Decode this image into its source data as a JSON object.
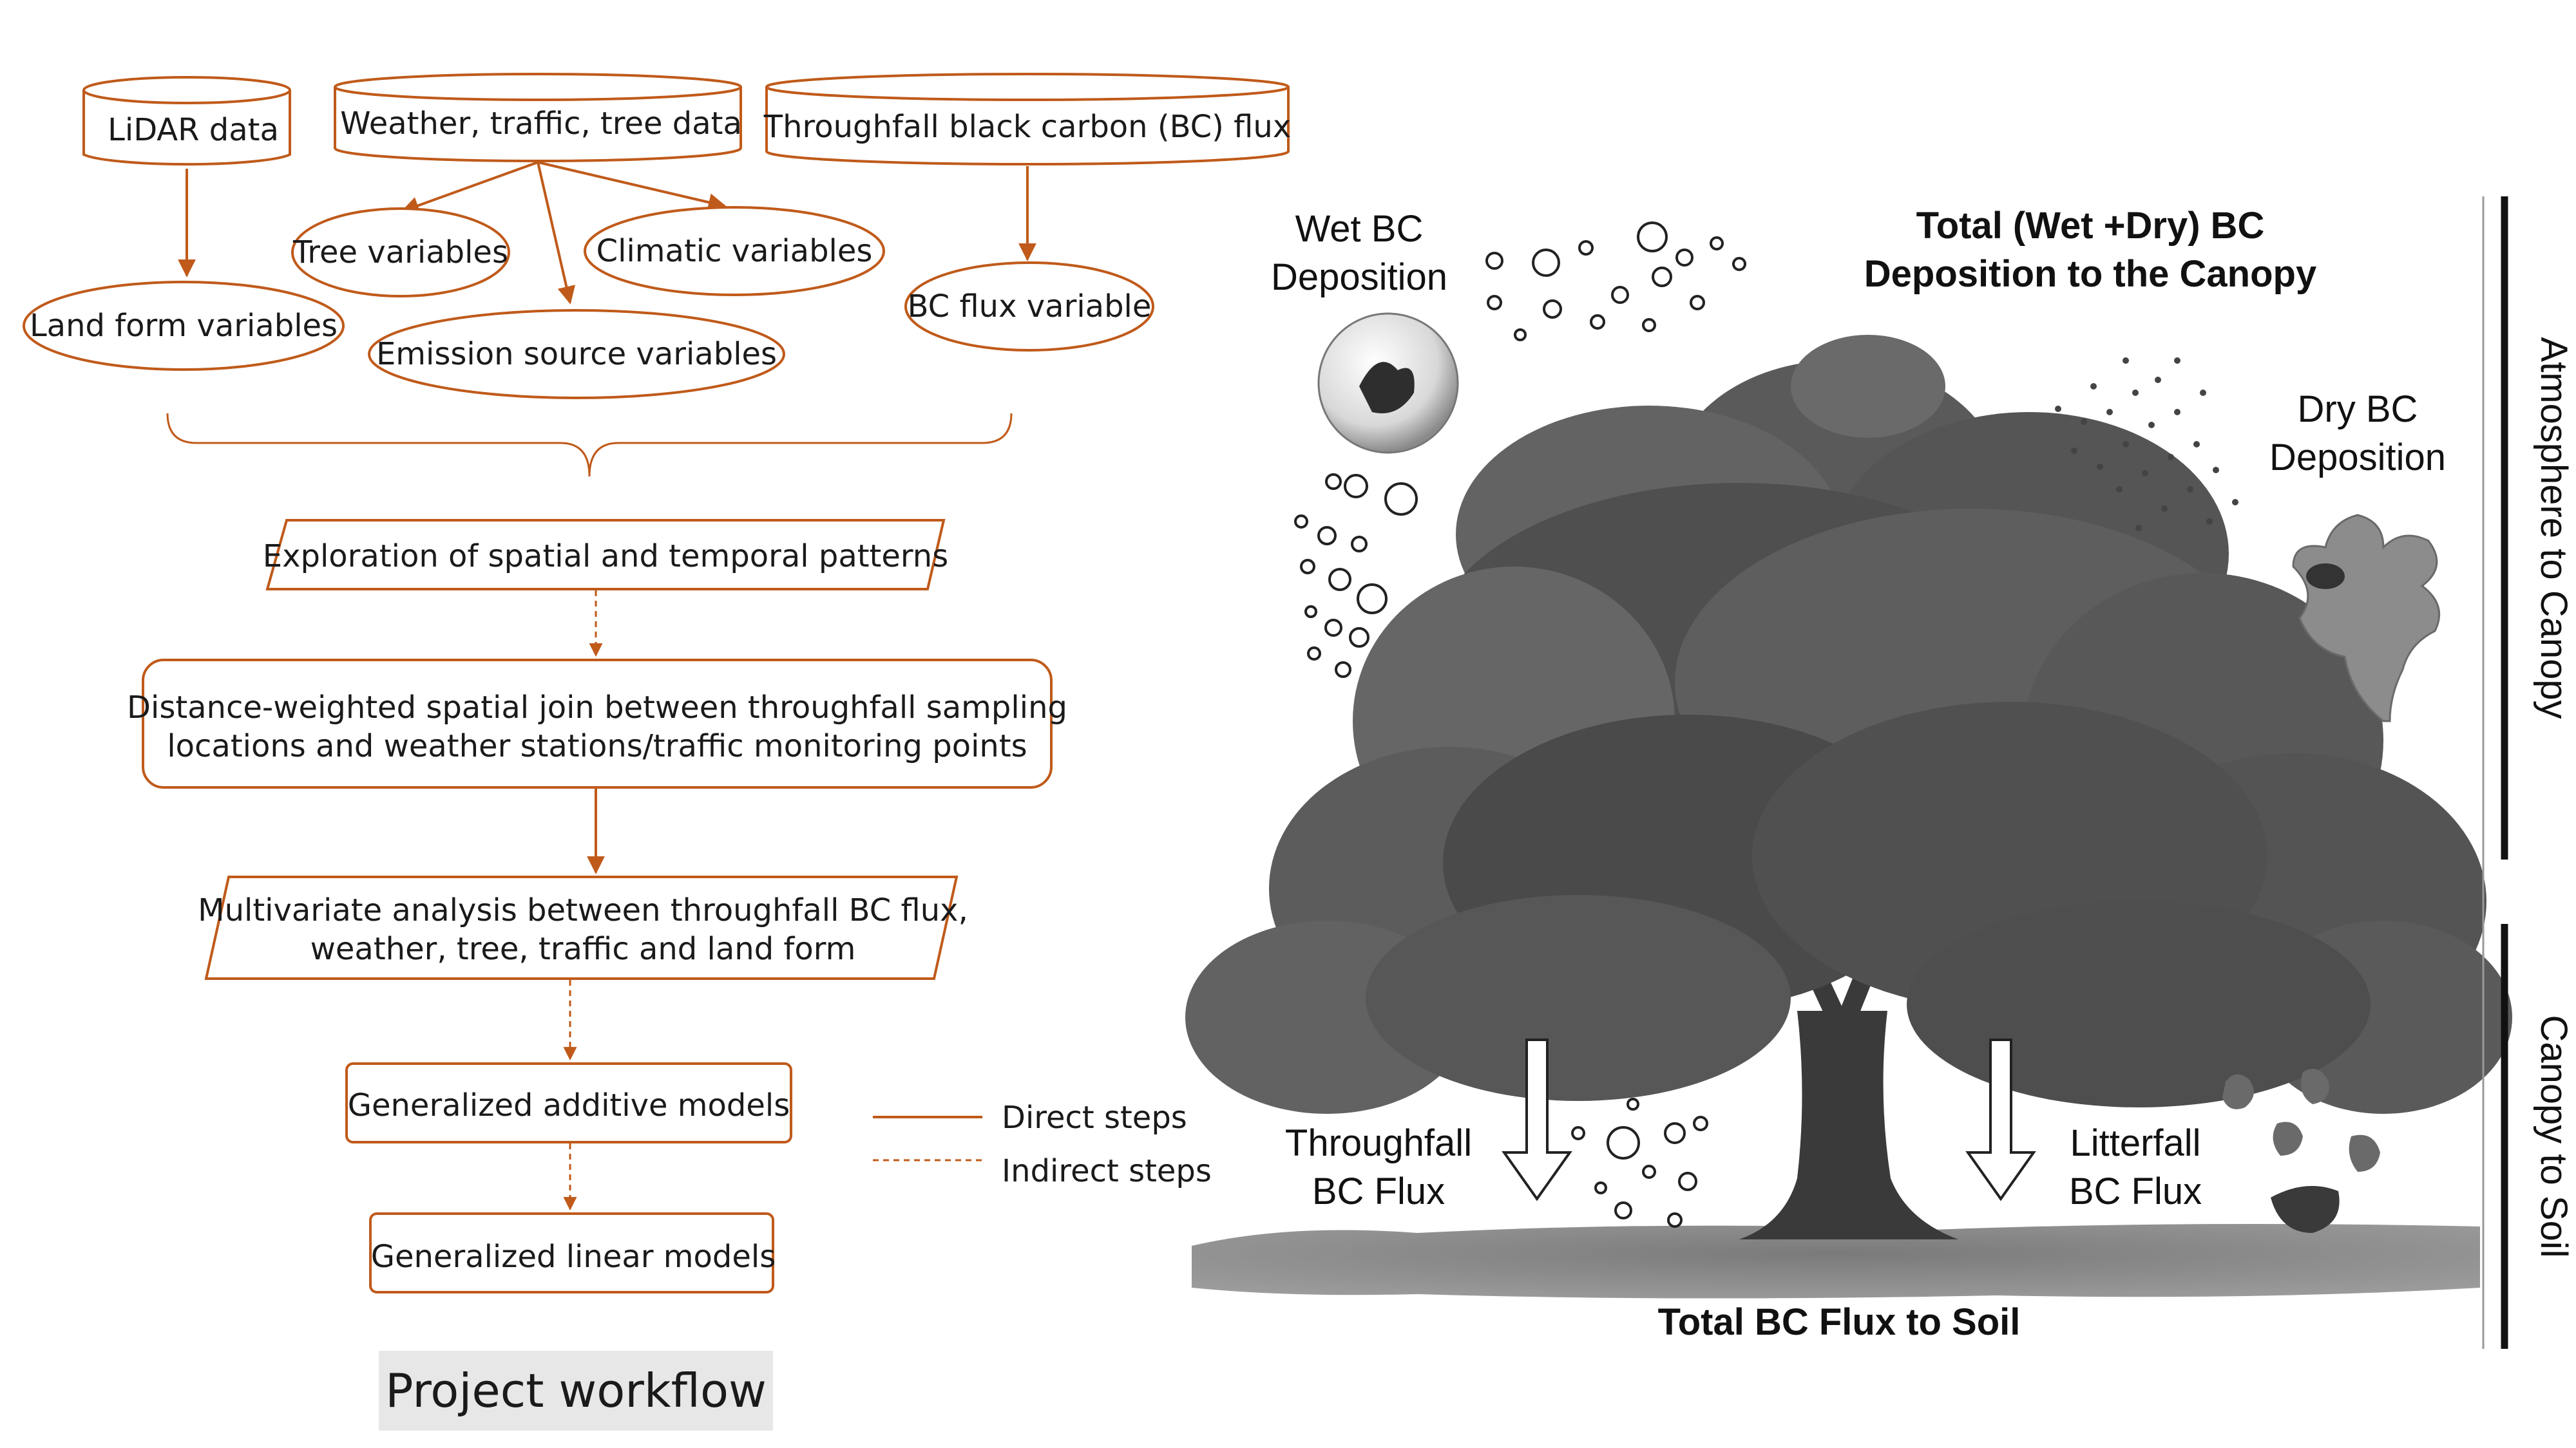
{
  "colors": {
    "accent": "#c05a1a",
    "tree": "#5a5a5a",
    "text": "#1a1a1a",
    "caption_bg": "#e7e7e7"
  },
  "workflow": {
    "sources": {
      "lidar": "LiDAR data",
      "weather": "Weather, traffic, tree data",
      "throughfall": "Throughfall black carbon (BC) flux"
    },
    "variables": {
      "tree": "Tree variables",
      "climatic": "Climatic variables",
      "landform": "Land form variables",
      "emission": "Emission source variables",
      "bcflux": "BC flux variable"
    },
    "steps": {
      "exploration": "Exploration of spatial and temporal patterns",
      "join_line1": "Distance-weighted spatial join between throughfall sampling",
      "join_line2": "locations and weather stations/traffic monitoring points",
      "multi_line1": "Multivariate analysis between throughfall BC flux,",
      "multi_line2": "weather, tree, traffic and land form",
      "gam": "Generalized additive models",
      "glm": "Generalized linear models"
    },
    "legend": {
      "direct": "Direct steps",
      "indirect": "Indirect steps"
    },
    "caption": "Project workflow"
  },
  "illustration": {
    "wet_line1": "Wet BC",
    "wet_line2": "Deposition",
    "total_line1": "Total (Wet +Dry) BC",
    "total_line2": "Deposition to the Canopy",
    "dry_line1": "Dry BC",
    "dry_line2": "Deposition",
    "throughfall_line1": "Throughfall",
    "throughfall_line2": "BC Flux",
    "litterfall_line1": "Litterfall",
    "litterfall_line2": "BC Flux",
    "soil_total": "Total BC Flux to Soil",
    "side_atmosphere": "Atmosphere to Canopy",
    "side_soil": "Canopy to Soil"
  }
}
